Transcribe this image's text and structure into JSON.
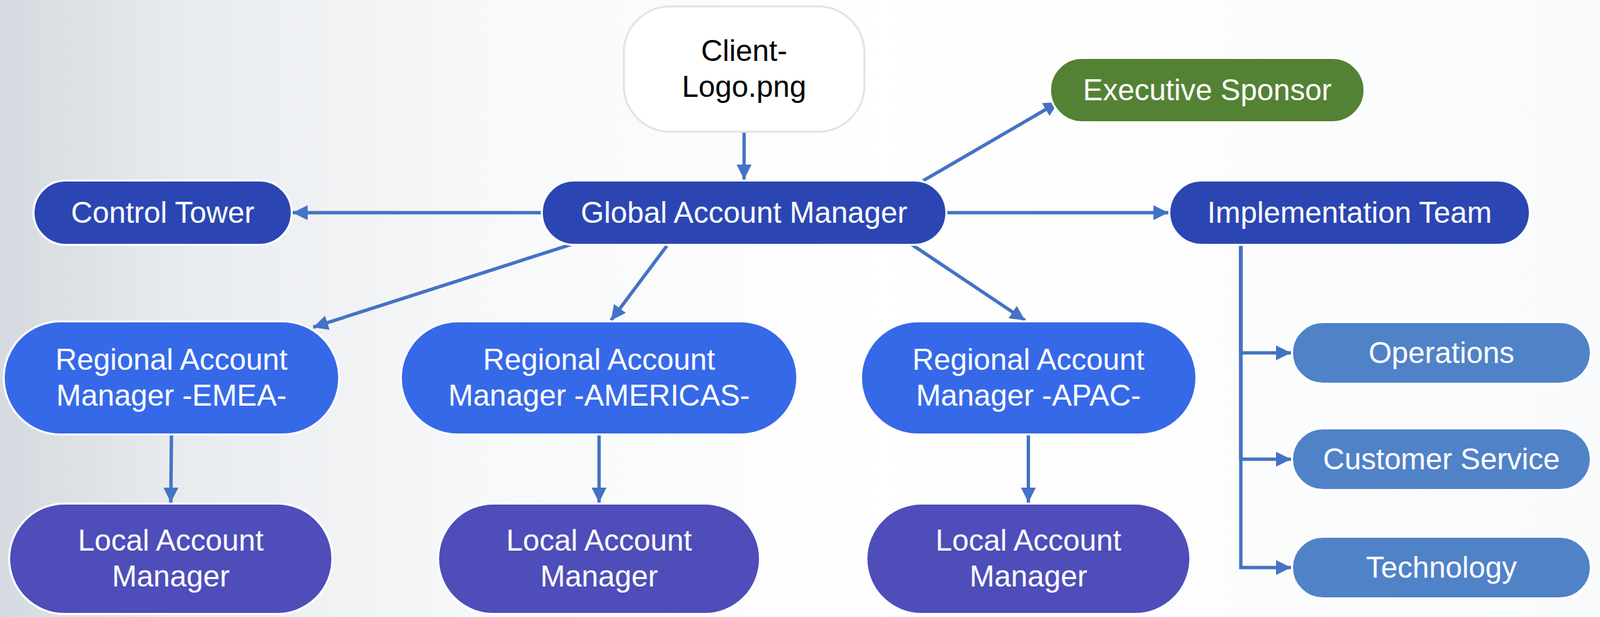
{
  "diagram": {
    "nodes": [
      {
        "text": [
          "Client- Logo.png"
        ]
      },
      {
        "text": [
          "Executive Sponsor"
        ]
      },
      {
        "text": [
          "Control Tower"
        ]
      },
      {
        "text": [
          "Global Account Manager"
        ]
      },
      {
        "text": [
          "Implementation Team"
        ]
      },
      {
        "text": [
          "Regional Account Manager -EMEA-"
        ]
      },
      {
        "text": [
          "Regional Account Manager -AMERICAS-"
        ]
      },
      {
        "text": [
          "Regional Account Manager -APAC-"
        ]
      },
      {
        "text": [
          "Operations"
        ]
      },
      {
        "text": [
          "Customer Service"
        ]
      },
      {
        "text": [
          "Local Account Manager"
        ]
      },
      {
        "text": [
          "Local Account Manager"
        ]
      },
      {
        "text": [
          "Local Account Manager"
        ]
      },
      {
        "text": [
          "Technology"
        ]
      }
    ],
    "edges": [
      {
        "from": 0,
        "to": 3,
        "arrow": "to"
      },
      {
        "from": 3,
        "to": 1,
        "arrow": "to"
      },
      {
        "from": 3,
        "to": 2,
        "arrow": "to"
      },
      {
        "from": 3,
        "to": 4,
        "arrow": "to"
      },
      {
        "from": 3,
        "to": 5,
        "arrow": "to"
      },
      {
        "from": 3,
        "to": 6,
        "arrow": "to"
      },
      {
        "from": 3,
        "to": 7,
        "arrow": "to"
      },
      {
        "from": 5,
        "to": 10,
        "arrow": "to"
      },
      {
        "from": 6,
        "to": 11,
        "arrow": "to"
      },
      {
        "from": 7,
        "to": 12,
        "arrow": "to"
      },
      {
        "from": 4,
        "to": 8,
        "arrow": "to"
      },
      {
        "from": 4,
        "to": 9,
        "arrow": "to"
      },
      {
        "from": 4,
        "to": 13,
        "arrow": "to"
      }
    ]
  }
}
